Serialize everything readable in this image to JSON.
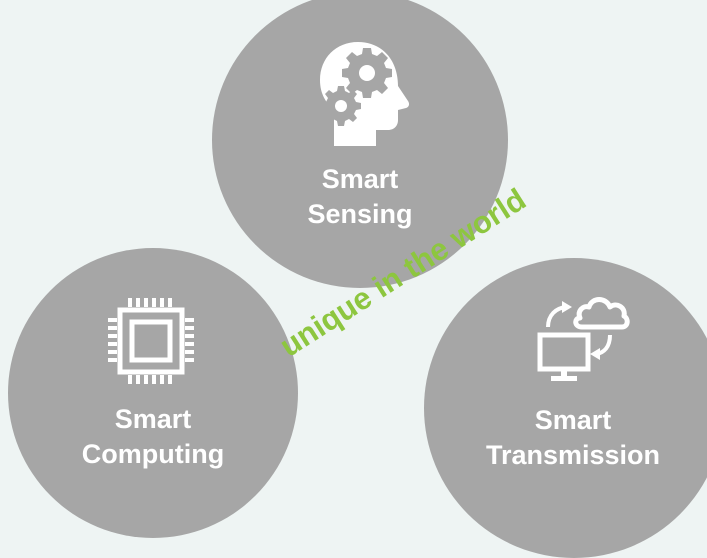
{
  "circles": [
    {
      "id": "sensing",
      "line1": "Smart",
      "line2": "Sensing",
      "icon": "head-gears-icon"
    },
    {
      "id": "computing",
      "line1": "Smart",
      "line2": "Computing",
      "icon": "cpu-chip-icon"
    },
    {
      "id": "transmission",
      "line1": "Smart",
      "line2": "Transmission",
      "icon": "cloud-sync-monitor-icon"
    }
  ],
  "tagline": "unique in the world",
  "colors": {
    "background": "#eef4f3",
    "circle": "#a6a6a6",
    "text": "#ffffff",
    "tagline": "#8dc63f"
  }
}
